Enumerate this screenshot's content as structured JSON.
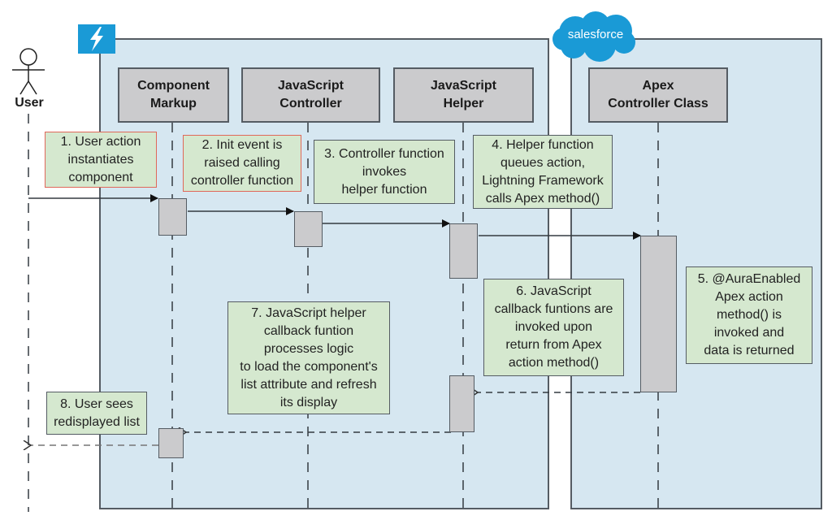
{
  "actor": {
    "label": "User",
    "icon": "stick-figure-icon"
  },
  "badges": {
    "lightning": {
      "icon": "lightning-bolt-icon",
      "color": "#1a9ad6"
    },
    "salesforce": {
      "label": "salesforce",
      "icon": "cloud-icon",
      "color": "#1a9ad6"
    }
  },
  "colors": {
    "frame_fill": "#d6e7f1",
    "lifeline_box_fill": "#cbcbcd",
    "note_fill": "#d5e8cf",
    "note_highlight_border": "#e0685a",
    "line": "#333a40"
  },
  "lifelines": [
    {
      "id": "component-markup",
      "label": "Component\nMarkup"
    },
    {
      "id": "js-controller",
      "label": "JavaScript\nController"
    },
    {
      "id": "js-helper",
      "label": "JavaScript\nHelper"
    },
    {
      "id": "apex-controller",
      "label": "Apex\nController Class"
    }
  ],
  "notes": [
    {
      "step": 1,
      "text": "1. User action\ninstantiates\ncomponent",
      "highlighted": true
    },
    {
      "step": 2,
      "text": "2. Init event is\nraised calling\ncontroller function",
      "highlighted": true
    },
    {
      "step": 3,
      "text": "3. Controller function\ninvokes\nhelper function",
      "highlighted": false
    },
    {
      "step": 4,
      "text": "4. Helper function\nqueues action,\nLightning Framework\ncalls Apex method()",
      "highlighted": false
    },
    {
      "step": 5,
      "text": "5. @AuraEnabled\nApex action\nmethod() is\ninvoked and\ndata is returned",
      "highlighted": false
    },
    {
      "step": 6,
      "text": "6. JavaScript\ncallback funtions are\ninvoked upon\nreturn from Apex\naction method()",
      "highlighted": false
    },
    {
      "step": 7,
      "text": "7. JavaScript helper\ncallback funtion\nprocesses logic\nto load the component's\nlist attribute and refresh\nits display",
      "highlighted": false
    },
    {
      "step": 8,
      "text": "8. User sees\nredisplayed list",
      "highlighted": false
    }
  ],
  "messages": [
    {
      "from": "User",
      "to": "Component Markup",
      "type": "sync"
    },
    {
      "from": "Component Markup",
      "to": "JavaScript Controller",
      "type": "sync"
    },
    {
      "from": "JavaScript Controller",
      "to": "JavaScript Helper",
      "type": "sync"
    },
    {
      "from": "JavaScript Helper",
      "to": "Apex Controller Class",
      "type": "sync"
    },
    {
      "from": "Apex Controller Class",
      "to": "JavaScript Helper",
      "type": "return"
    },
    {
      "from": "JavaScript Helper",
      "to": "Component Markup",
      "type": "return"
    },
    {
      "from": "Component Markup",
      "to": "User",
      "type": "return"
    }
  ]
}
